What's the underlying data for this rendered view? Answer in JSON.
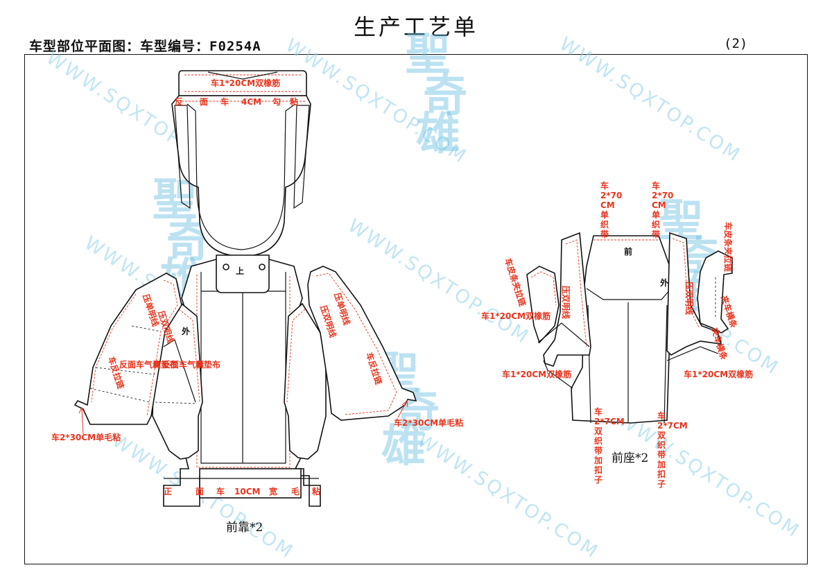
{
  "header": {
    "title": "生产工艺单",
    "model_label": "车型部位平面图：车型编号：F0254A",
    "page_number": "(2)"
  },
  "watermark": {
    "url_text": "WWW.SQXTOP.COM",
    "logo_chars": [
      "聖",
      "奇",
      "雄"
    ]
  },
  "left_diagram": {
    "caption": "前靠*2",
    "inside_labels": {
      "top": "上",
      "outer": "外"
    },
    "annotations": {
      "headrest_band": "车1*20CM双橡筋",
      "reverse_glue": [
        "反",
        "面",
        "车",
        "4CM",
        "勾",
        "粘"
      ],
      "bottom_band": [
        "正",
        "面",
        "车",
        "10CM",
        "宽",
        "毛",
        "粘"
      ],
      "left_press_single": "压单明线",
      "left_press_double": "压双明线",
      "left_airbag_outer": "反面车气囊垫布",
      "left_airbag_inner": "反面车气囊垫布",
      "left_zipper": "车反拉链",
      "left_velcro": "车2*30CM单毛粘",
      "right_press_single": "压单明线",
      "right_press_double": "压双明线",
      "right_zipper": "车反拉链",
      "right_velcro": "车2*30CM单毛粘"
    }
  },
  "right_diagram": {
    "caption": "前座*2",
    "inside_labels": {
      "front": "前",
      "outer": "外"
    },
    "annotations": {
      "top_webbing_left": "车2*70CM单织带",
      "top_webbing_right": "车2*70CM单织带",
      "left_leather_zip": "车皮条夹拉链",
      "right_leather_zip": "车皮条夹拉链",
      "left_elastic_top": "车1*20CM双橡筋",
      "left_press_double": "压双明线",
      "left_elastic_bottom": "车1*20CM双橡筋",
      "right_press_double": "压双明线",
      "right_strip_a": "夹车横条",
      "right_strip_b": "夹车横条",
      "right_elastic": "车1*20CM双橡筋",
      "bottom_webbing_left": "车2*7CM双织带加扣子",
      "bottom_webbing_right": "车2*7CM双织带加扣子"
    }
  }
}
